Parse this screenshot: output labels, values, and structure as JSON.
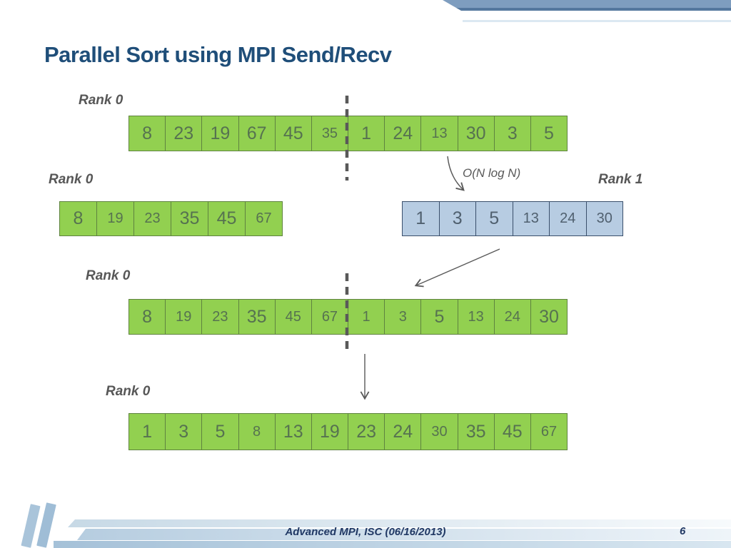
{
  "slide": {
    "title": "Parallel Sort using MPI Send/Recv",
    "footer_text": "Advanced MPI, ISC (06/16/2013)",
    "page_number": "6",
    "complexity_annotation": "O(N log N)"
  },
  "colors": {
    "title": "#1F4E79",
    "label": "#575757",
    "green_fill": "#92D050",
    "green_border": "#5F8340",
    "green_text": "#567250",
    "blue_fill": "#B7CCE2",
    "blue_border": "#3A4F6B",
    "blue_text": "#50606F",
    "accent_band": "#7E9DBF",
    "accent_band_edge": "#54779E",
    "arrow": "#595959",
    "footer": "#203864"
  },
  "arrays": {
    "row1": {
      "label": "Rank 0",
      "style": "green",
      "values": [
        8,
        23,
        19,
        67,
        45,
        35,
        1,
        24,
        13,
        30,
        3,
        5
      ],
      "small_indices": [
        5,
        8
      ]
    },
    "row2_left": {
      "label": "Rank 0",
      "style": "green",
      "values": [
        8,
        19,
        23,
        35,
        45,
        67
      ],
      "small_indices": [
        1,
        2,
        5
      ]
    },
    "row2_right": {
      "label": "Rank 1",
      "style": "blue",
      "values": [
        1,
        3,
        5,
        13,
        24,
        30
      ],
      "small_indices": [
        3,
        4,
        5
      ]
    },
    "row3": {
      "label": "Rank 0",
      "style": "green",
      "values": [
        8,
        19,
        23,
        35,
        45,
        67,
        1,
        3,
        5,
        13,
        24,
        30
      ],
      "small_indices": [
        1,
        2,
        4,
        5,
        6,
        7,
        9,
        10
      ]
    },
    "row4": {
      "label": "Rank 0",
      "style": "green",
      "values": [
        1,
        3,
        5,
        8,
        13,
        19,
        23,
        24,
        30,
        35,
        45,
        67
      ],
      "small_indices": [
        3,
        8,
        11
      ]
    }
  }
}
